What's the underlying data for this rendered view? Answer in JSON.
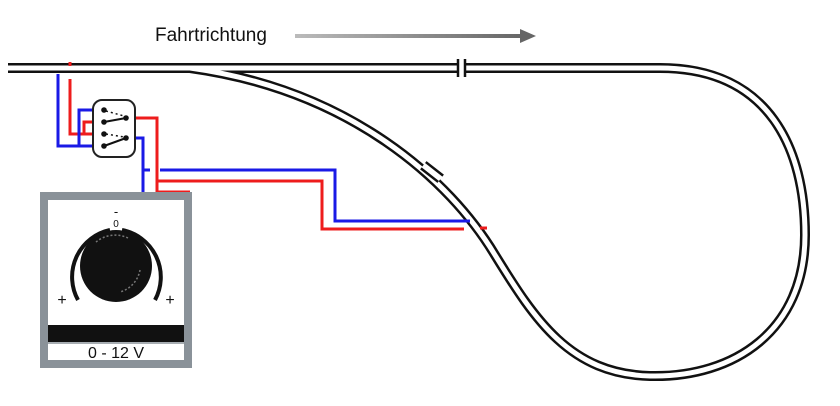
{
  "title": "Fahrtrichtung",
  "transformer": {
    "label": "0 - 12 V",
    "minus": "-",
    "zero": "0",
    "plus_left": "+",
    "plus_right": "+"
  },
  "colors": {
    "wire_positive": "#ee1c1c",
    "wire_negative": "#1a1ae6",
    "track": "#111111",
    "arrow": "#888888",
    "frame": "#8a9299"
  }
}
